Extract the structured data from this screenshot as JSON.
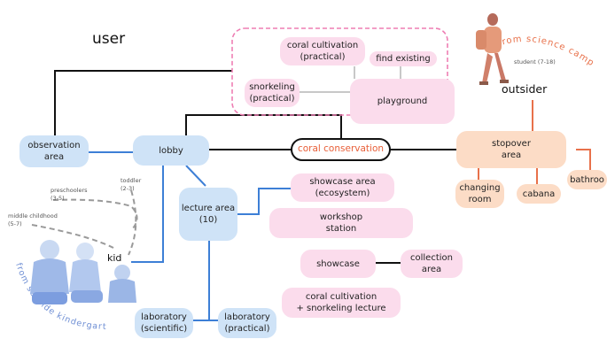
{
  "labels": {
    "user": "user",
    "outsider": "outsider",
    "kid": "kid",
    "student_range": "student (7-18)",
    "from_science_camp": "from science camp",
    "from_seaside_kindergarten": "from seaside kindergarten",
    "preschoolers": "preschoolers\n(3-5)",
    "toddler": "toddler\n(2-3)",
    "middle_childhood": "middle childhood\n(5-7)"
  },
  "nodes": {
    "coral_conservation": "coral conservation",
    "lobby": "lobby",
    "observation_area": "observation\narea",
    "lecture_area": "lecture area\n(10)",
    "laboratory_scientific": "laboratory\n(scientific)",
    "laboratory_practical": "laboratory\n(practical)",
    "coral_cultivation_practical": "coral cultivation\n(practical)",
    "find_existing": "find existing",
    "snorkeling_practical": "snorkeling\n(practical)",
    "playground": "playground",
    "showcase_area": "showcase area\n(ecosystem)",
    "workshop_station": "workshop\nstation",
    "showcase": "showcase",
    "collection_area": "collection\narea",
    "coral_cultivation_lecture": "coral cultivation\n+ snorkeling lecture",
    "stopover_area": "stopover\narea",
    "changing_room": "changing\nroom",
    "cabana": "cabana",
    "bathroom": "bathroo"
  },
  "colors": {
    "blue_node": "#cfe3f7",
    "pink_node": "#fbdcec",
    "peach_node": "#fcdcc6",
    "blue_line": "#3d7fd6",
    "orange_line": "#e8714a",
    "core_text": "#e8603a",
    "pink_dashed": "#ee7fb4",
    "gray_line": "#b5b5b5"
  }
}
